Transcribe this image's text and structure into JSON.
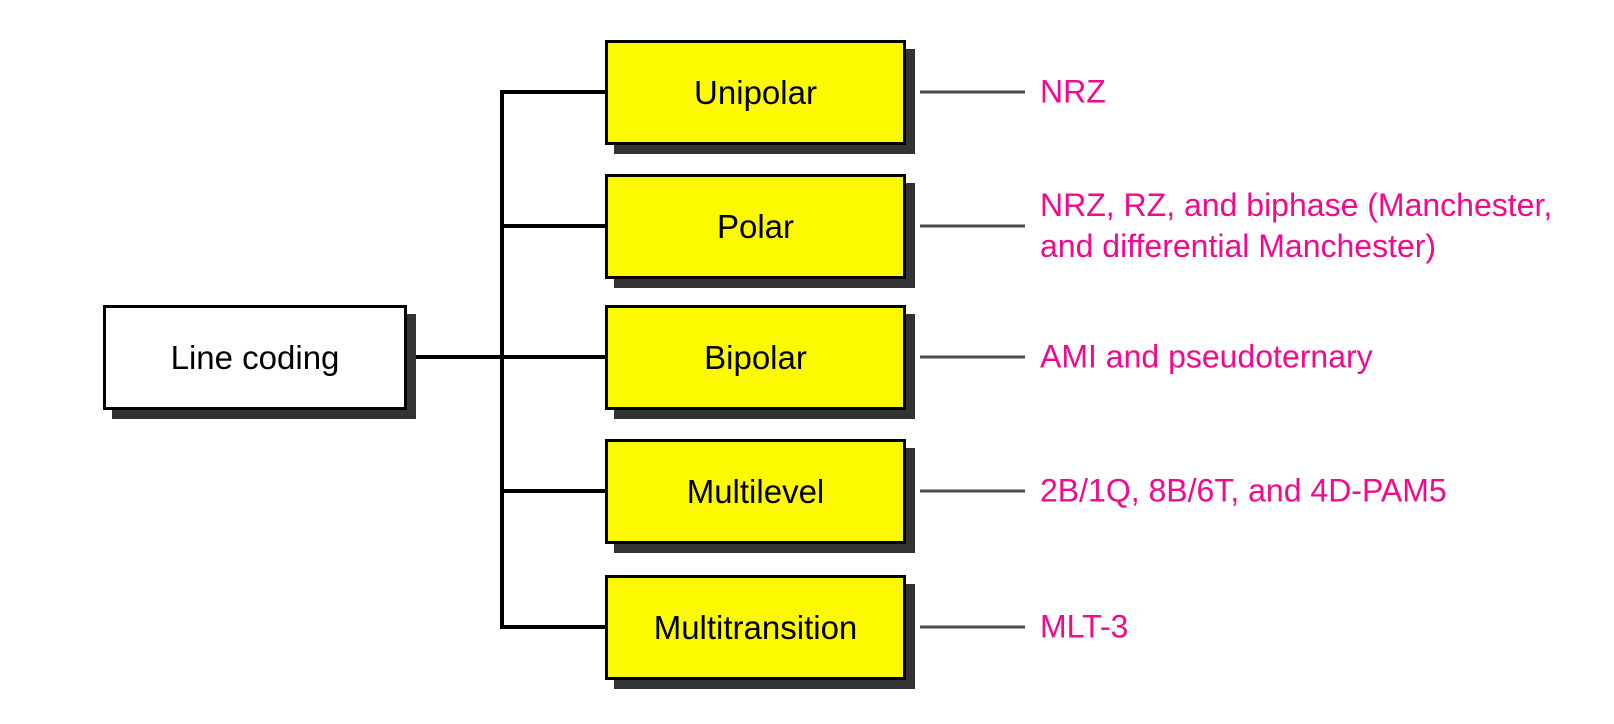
{
  "diagram": {
    "type": "classification-tree",
    "root": {
      "label": "Line coding"
    },
    "branches": [
      {
        "label": "Unipolar",
        "codes": "NRZ"
      },
      {
        "label": "Polar",
        "codes": "NRZ, RZ, and biphase (Manchester,\nand differential Manchester)"
      },
      {
        "label": "Bipolar",
        "codes": "AMI and pseudoternary"
      },
      {
        "label": "Multilevel",
        "codes": "2B/1Q,  8B/6T, and 4D-PAM5"
      },
      {
        "label": "Multitransition",
        "codes": "MLT-3"
      }
    ],
    "colors": {
      "box_fill": "#FDF900",
      "root_fill": "#FFFFFF",
      "border": "#000000",
      "shadow": "#333333",
      "codes_text": "#F00A8C",
      "line": "#000000",
      "right_line": "#4A4A4A"
    }
  }
}
